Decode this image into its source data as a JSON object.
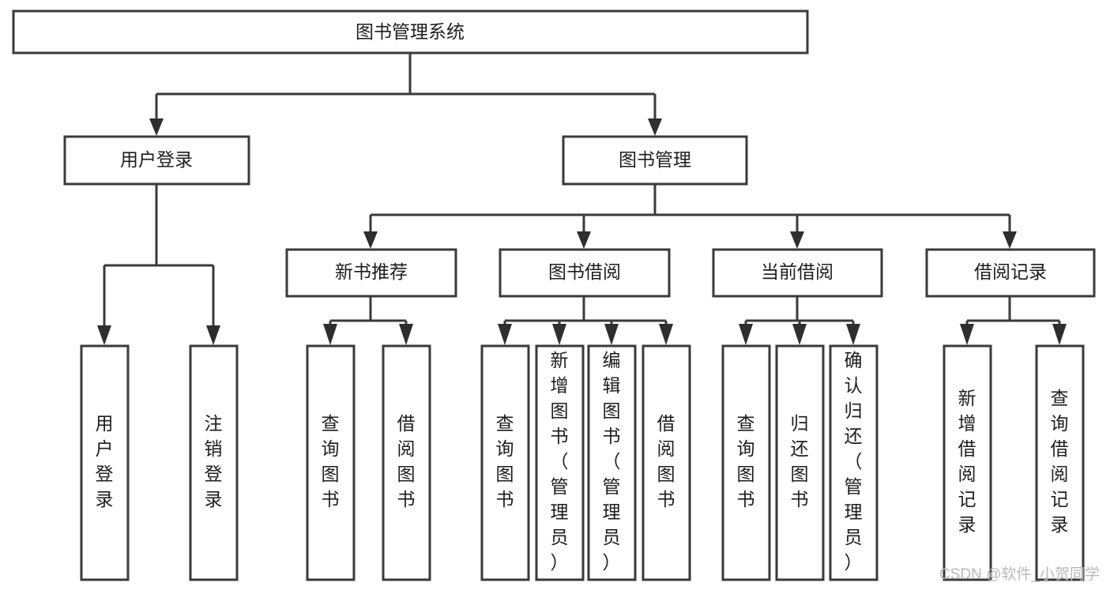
{
  "diagram": {
    "type": "tree",
    "title": "图书管理系统",
    "root": {
      "id": "root",
      "label": "图书管理系统",
      "orientation": "horizontal"
    },
    "level1": [
      {
        "id": "user-login",
        "label": "用户登录",
        "orientation": "horizontal"
      },
      {
        "id": "book-manage",
        "label": "图书管理",
        "orientation": "horizontal"
      }
    ],
    "level2": [
      {
        "id": "new-book-recommend",
        "label": "新书推荐",
        "orientation": "horizontal",
        "parent": "book-manage"
      },
      {
        "id": "book-borrow",
        "label": "图书借阅",
        "orientation": "horizontal",
        "parent": "book-manage"
      },
      {
        "id": "current-borrow",
        "label": "当前借阅",
        "orientation": "horizontal",
        "parent": "book-manage"
      },
      {
        "id": "borrow-record",
        "label": "借阅记录",
        "orientation": "horizontal",
        "parent": "book-manage"
      }
    ],
    "leaves": [
      {
        "id": "leaf-user-login",
        "label": "用户登录",
        "orientation": "vertical",
        "parent": "user-login"
      },
      {
        "id": "leaf-logout-login",
        "label": "注销登录",
        "orientation": "vertical",
        "parent": "user-login"
      },
      {
        "id": "leaf-query-book-1",
        "label": "查询图书",
        "orientation": "vertical",
        "parent": "new-book-recommend"
      },
      {
        "id": "leaf-borrow-book-1",
        "label": "借阅图书",
        "orientation": "vertical",
        "parent": "new-book-recommend"
      },
      {
        "id": "leaf-query-book-2",
        "label": "查询图书",
        "orientation": "vertical",
        "parent": "book-borrow"
      },
      {
        "id": "leaf-add-book",
        "label": "新增图书（管理员）",
        "orientation": "vertical",
        "parent": "book-borrow"
      },
      {
        "id": "leaf-edit-book",
        "label": "编辑图书（管理员）",
        "orientation": "vertical",
        "parent": "book-borrow"
      },
      {
        "id": "leaf-borrow-book-2",
        "label": "借阅图书",
        "orientation": "vertical",
        "parent": "book-borrow"
      },
      {
        "id": "leaf-query-book-3",
        "label": "查询图书",
        "orientation": "vertical",
        "parent": "current-borrow"
      },
      {
        "id": "leaf-return-book",
        "label": "归还图书",
        "orientation": "vertical",
        "parent": "current-borrow"
      },
      {
        "id": "leaf-confirm-return",
        "label": "确认归还（管理员）",
        "orientation": "vertical",
        "parent": "current-borrow"
      },
      {
        "id": "leaf-add-record",
        "label": "新增借阅记录",
        "orientation": "vertical",
        "parent": "borrow-record"
      },
      {
        "id": "leaf-query-record",
        "label": "查询借阅记录",
        "orientation": "vertical",
        "parent": "borrow-record"
      }
    ],
    "colors": {
      "background": "#ffffff",
      "box_fill": "#ffffff",
      "box_stroke": "#3a3a3a",
      "connector": "#3a3a3a",
      "text": "#1d1d1d",
      "watermark": "#b9b9b9"
    }
  },
  "watermark": {
    "label": "CSDN @软件_小贺同学"
  }
}
